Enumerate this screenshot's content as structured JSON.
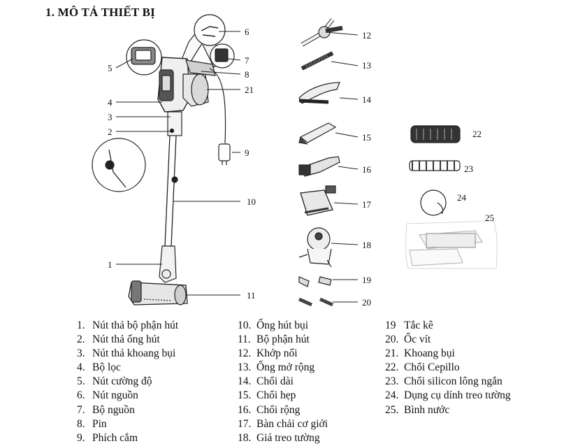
{
  "heading": "1. MÔ TẢ THIẾT BỊ",
  "callouts": [
    "6",
    "5",
    "7",
    "8",
    "21",
    "4",
    "3",
    "2",
    "9",
    "10",
    "1",
    "11",
    "12",
    "13",
    "14",
    "15",
    "16",
    "17",
    "18",
    "19",
    "20",
    "22",
    "23",
    "24",
    "25"
  ],
  "parts_col1": [
    {
      "num": "1.",
      "label": "Nút thả bộ phận hút"
    },
    {
      "num": "2.",
      "label": "Nút thả ống hút"
    },
    {
      "num": "3.",
      "label": "Nút thả khoang bụi"
    },
    {
      "num": "4.",
      "label": "Bộ lọc"
    },
    {
      "num": "5.",
      "label": "Nút cường độ"
    },
    {
      "num": "6.",
      "label": "Nút nguồn"
    },
    {
      "num": "7.",
      "label": "Bộ nguồn"
    },
    {
      "num": "8.",
      "label": "Pin"
    },
    {
      "num": "9.",
      "label": "Phích cắm"
    }
  ],
  "parts_col2": [
    {
      "num": "10.",
      "label": "Ống hút bụi"
    },
    {
      "num": "11.",
      "label": "Bộ phận hút"
    },
    {
      "num": "12.",
      "label": "Khớp nối"
    },
    {
      "num": "13.",
      "label": "Ống mở rộng"
    },
    {
      "num": "14.",
      "label": "Chổi dài"
    },
    {
      "num": "15.",
      "label": "Chổi hẹp"
    },
    {
      "num": "16.",
      "label": "Chổi rộng"
    },
    {
      "num": "17.",
      "label": "Bàn chải cơ giới"
    },
    {
      "num": "18.",
      "label": "Giá treo tường"
    }
  ],
  "parts_col3": [
    {
      "num": "19",
      "label": "Tắc kê"
    },
    {
      "num": "20.",
      "label": "Ốc vít"
    },
    {
      "num": "21.",
      "label": "Khoang bụi"
    },
    {
      "num": "22.",
      "label": "Chổi Cepillo"
    },
    {
      "num": "23.",
      "label": "Chổi silicon lông ngắn"
    },
    {
      "num": "24.",
      "label": "Dụng cụ dính treo tường"
    },
    {
      "num": "25.",
      "label": "Bình nước"
    }
  ]
}
